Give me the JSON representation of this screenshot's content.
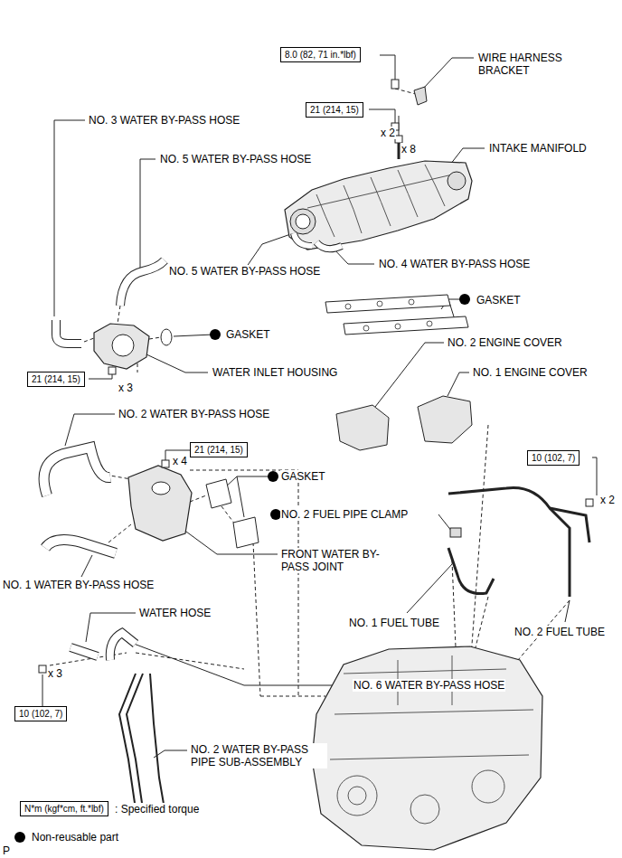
{
  "diagram": {
    "nodes": [
      {
        "text": [
          "8.0 (82, 71 in.*lbf)"
        ]
      },
      {
        "text": [
          "21 (214, 15)"
        ]
      },
      {
        "text": [
          "21 (214, 15)"
        ]
      },
      {
        "text": [
          "21 (214, 15)"
        ]
      },
      {
        "text": [
          "10 (102, 7)"
        ]
      },
      {
        "text": [
          "10 (102, 7)"
        ]
      },
      {
        "text": [
          "N*m (kgf*cm, ft.*lbf)"
        ]
      }
    ],
    "edges": [],
    "labels": [
      "WIRE HARNESS BRACKET",
      "NO. 3 WATER BY-PASS HOSE",
      "NO. 5 WATER BY-PASS HOSE",
      "x 2",
      "x 8",
      "INTAKE MANIFOLD",
      "NO. 5 WATER BY-PASS HOSE",
      "NO. 4 WATER BY-PASS HOSE",
      "GASKET",
      "GASKET",
      "WATER INLET HOUSING",
      "x 3",
      "NO. 2 ENGINE COVER",
      "NO. 1 ENGINE COVER",
      "NO. 2 WATER BY-PASS HOSE",
      "x 4",
      "GASKET",
      "NO. 2 FUEL PIPE CLAMP",
      "x 2",
      "FRONT WATER BY-PASS JOINT",
      "NO. 1 WATER BY-PASS HOSE",
      "NO. 1 FUEL TUBE",
      "NO. 2 FUEL TUBE",
      "WATER HOSE",
      "x 3",
      "NO. 6 WATER BY-PASS HOSE",
      "NO. 2 WATER BY-PASS PIPE SUB-ASSEMBLY",
      "P"
    ],
    "legend": [
      {
        "text": ": Specified torque"
      },
      {
        "text": "Non-reusable part",
        "color": "#000000"
      }
    ]
  }
}
